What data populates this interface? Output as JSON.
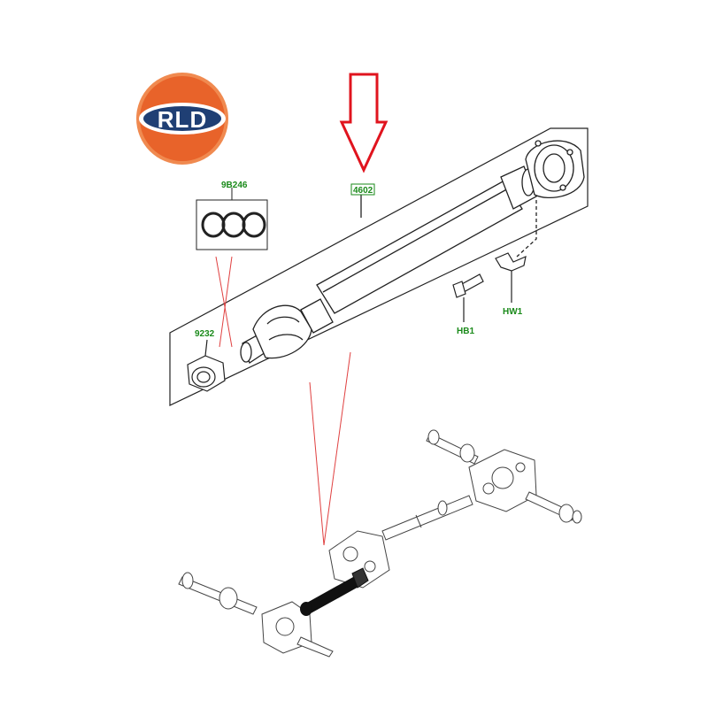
{
  "logo": {
    "text": "RLD",
    "ring_color": "#e8632a",
    "inner_color": "#1f3f74",
    "text_color": "#ffffff"
  },
  "callouts": {
    "rings": "9B246",
    "shaft": "4602",
    "nut": "9232",
    "bolt": "HB1",
    "clip": "HW1"
  },
  "colors": {
    "callout_text": "#1a8a1a",
    "arrow": "#e0141e",
    "leader": "#e04040",
    "lines": "#222222",
    "highlight_shaft": "#111111"
  }
}
